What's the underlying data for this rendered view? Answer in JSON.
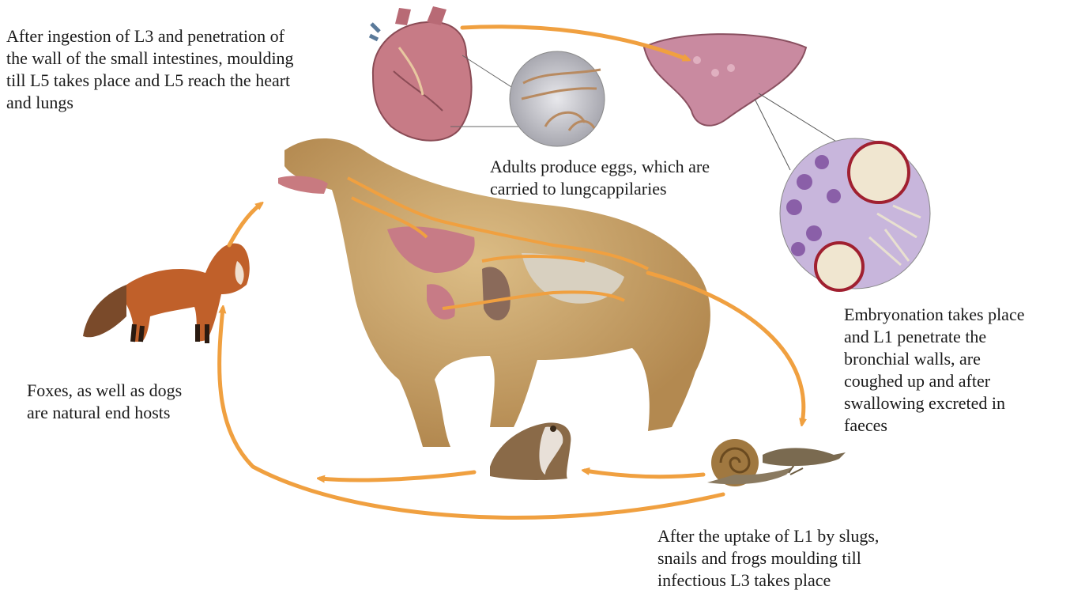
{
  "captions": {
    "ingestion": "After ingestion of L3 and penetration of\nthe wall of the small intestines, moulding\ntill L5 takes place and L5 reach the heart\nand lungs",
    "adults": "Adults produce eggs, which are\ncarried to lungcappilaries",
    "embryonation": "Embryonation takes place\nand L1 penetrate the\nbronchial walls, are\ncoughed up and after\nswallowing excreted in\nfaeces",
    "foxes": "Foxes, as well as dogs\nare natural end hosts",
    "uptake": "After the uptake of L1 by slugs,\nsnails and frogs moulding till\ninfectious L3 takes place"
  },
  "colors": {
    "arrow": "#f0a040",
    "dog_fur": "#c9a46a",
    "fox_fur": "#c0602a",
    "organ": "#c77b86",
    "lung": "#c98aa0",
    "cell": "#8a5fa8",
    "frog": "#8a6a48",
    "snail_shell": "#a07840",
    "slug": "#7a6a50"
  },
  "illustrations": [
    "heart-illustration",
    "lung-illustration",
    "worm-magnified-circle",
    "tissue-magnified-circle",
    "dog-illustration",
    "fox-illustration",
    "frog-illustration",
    "snail-illustration",
    "slug-illustration"
  ]
}
